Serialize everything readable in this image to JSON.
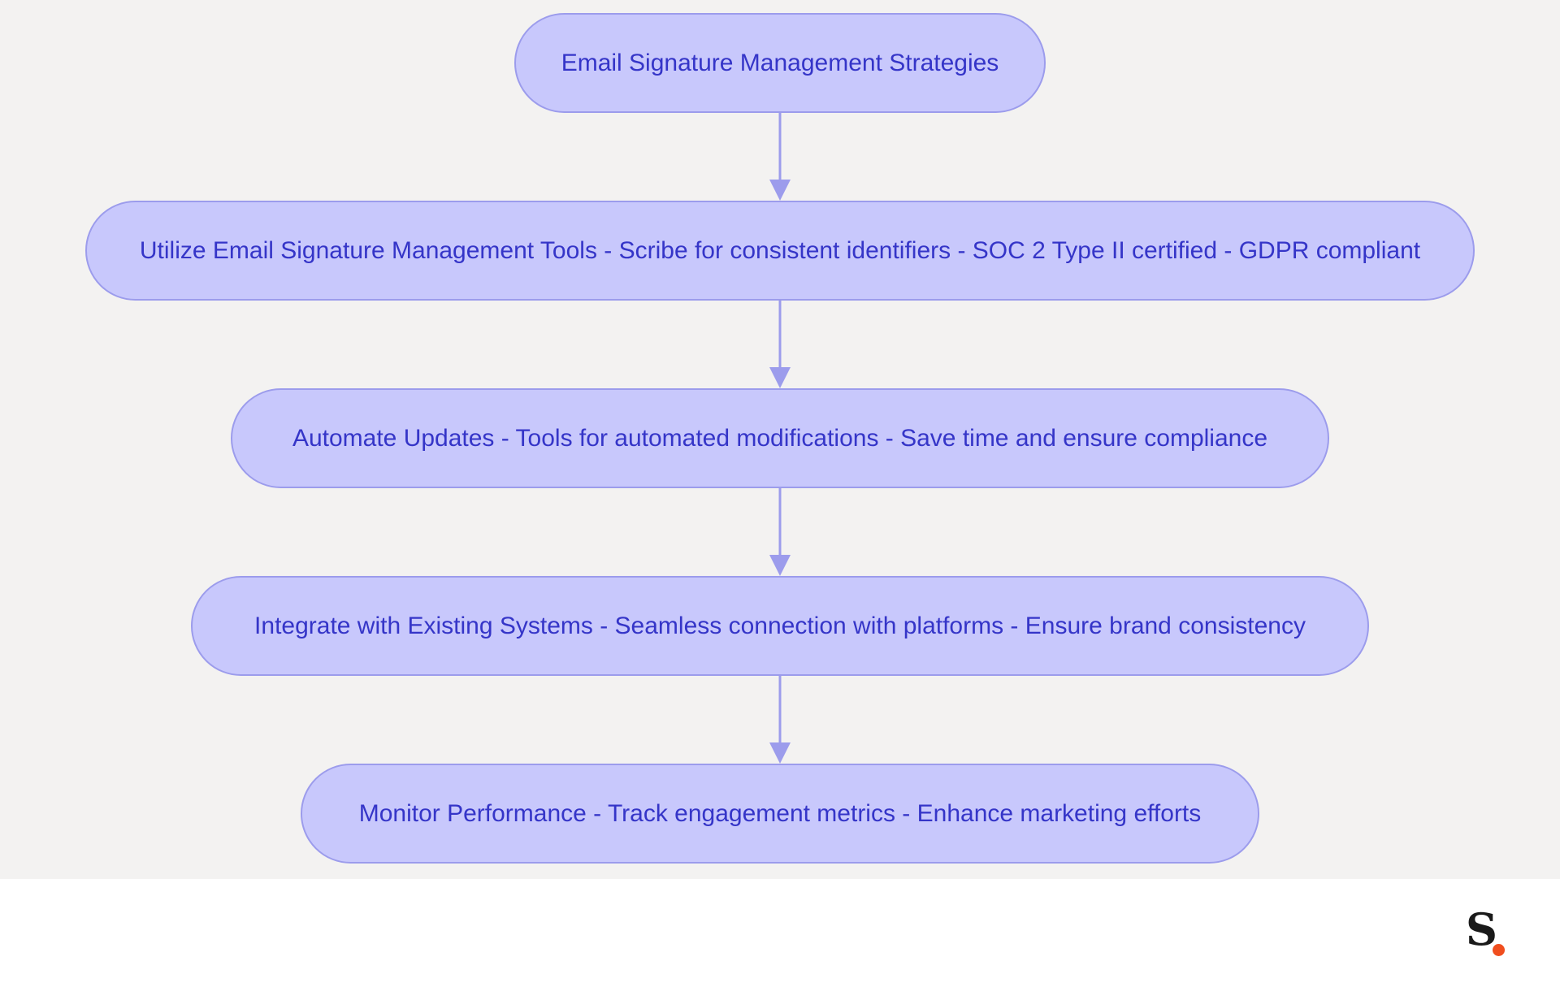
{
  "diagram": {
    "nodes": [
      {
        "id": "n1",
        "label": "Email Signature Management Strategies"
      },
      {
        "id": "n2",
        "label": "Utilize Email Signature Management Tools - Scribe for consistent identifiers - SOC 2 Type II certified - GDPR compliant"
      },
      {
        "id": "n3",
        "label": "Automate Updates - Tools for automated modifications - Save time and ensure compliance"
      },
      {
        "id": "n4",
        "label": "Integrate with Existing Systems - Seamless connection with platforms - Ensure brand consistency"
      },
      {
        "id": "n5",
        "label": "Monitor Performance - Track engagement metrics - Enhance marketing efforts"
      }
    ],
    "edges": [
      {
        "from": "n1",
        "to": "n2"
      },
      {
        "from": "n2",
        "to": "n3"
      },
      {
        "from": "n3",
        "to": "n4"
      },
      {
        "from": "n4",
        "to": "n5"
      }
    ],
    "colors": {
      "background": "#f3f2f1",
      "node_fill": "#c8c8fc",
      "node_border": "#9c9cec",
      "node_text": "#3535c8",
      "connector": "#9c9cec"
    }
  },
  "brand": {
    "logo_text": "S",
    "logo_dot_color": "#f04e1e"
  }
}
